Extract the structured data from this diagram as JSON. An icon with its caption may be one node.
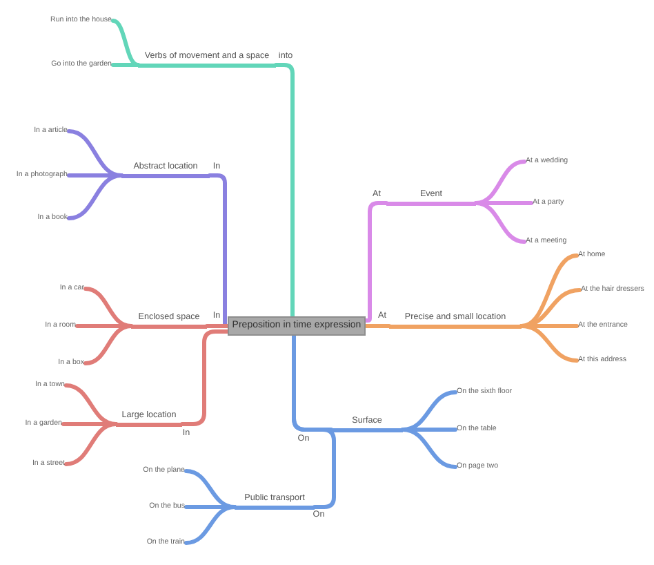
{
  "diagram": {
    "nodes": [
      {
        "text": [
          "Preposition in time expression"
        ]
      },
      {
        "text": [
          "Verbs of movement and a space"
        ]
      },
      {
        "text": [
          "Run into the house"
        ]
      },
      {
        "text": [
          "Go into the garden"
        ]
      },
      {
        "text": [
          "Abstract location"
        ]
      },
      {
        "text": [
          "In a article"
        ]
      },
      {
        "text": [
          "In a photograph"
        ]
      },
      {
        "text": [
          "In a book"
        ]
      },
      {
        "text": [
          "Enclosed space"
        ]
      },
      {
        "text": [
          "In a car"
        ]
      },
      {
        "text": [
          "In a room"
        ]
      },
      {
        "text": [
          "In a box"
        ]
      },
      {
        "text": [
          "Large location"
        ]
      },
      {
        "text": [
          "In a town"
        ]
      },
      {
        "text": [
          "In a garden"
        ]
      },
      {
        "text": [
          "In a street"
        ]
      },
      {
        "text": [
          "Event"
        ]
      },
      {
        "text": [
          "At a wedding"
        ]
      },
      {
        "text": [
          "At a party"
        ]
      },
      {
        "text": [
          "At a meeting"
        ]
      },
      {
        "text": [
          "Precise and small location"
        ]
      },
      {
        "text": [
          "At home"
        ]
      },
      {
        "text": [
          "At the hair dressers"
        ]
      },
      {
        "text": [
          "At the entrance"
        ]
      },
      {
        "text": [
          "At this address"
        ]
      },
      {
        "text": [
          "Surface"
        ]
      },
      {
        "text": [
          "On the sixth floor"
        ]
      },
      {
        "text": [
          "On the table"
        ]
      },
      {
        "text": [
          "On page two"
        ]
      },
      {
        "text": [
          "Public transport"
        ]
      },
      {
        "text": [
          "On the plane"
        ]
      },
      {
        "text": [
          "On the bus"
        ]
      },
      {
        "text": [
          "On the train"
        ]
      }
    ],
    "edges": [
      {
        "from": 0,
        "to": 1,
        "arrow": "none",
        "label": "into",
        "color": "#62d6b9"
      },
      {
        "from": 0,
        "to": 4,
        "arrow": "none",
        "label": "In",
        "color": "#8a80e0"
      },
      {
        "from": 0,
        "to": 8,
        "arrow": "none",
        "label": "In",
        "color": "#e07c78"
      },
      {
        "from": 0,
        "to": 12,
        "arrow": "none",
        "label": "In",
        "color": "#e07c78"
      },
      {
        "from": 0,
        "to": 16,
        "arrow": "none",
        "label": "At",
        "color": "#d98ae8"
      },
      {
        "from": 0,
        "to": 20,
        "arrow": "none",
        "label": "At",
        "color": "#f0a262"
      },
      {
        "from": 0,
        "to": 25,
        "arrow": "none",
        "label": "On",
        "color": "#6b9ae2"
      },
      {
        "from": 0,
        "to": 29,
        "arrow": "none",
        "label": "On",
        "color": "#6b9ae2"
      },
      {
        "from": 1,
        "to": 2,
        "arrow": "none",
        "color": "#62d6b9"
      },
      {
        "from": 1,
        "to": 3,
        "arrow": "none",
        "color": "#62d6b9"
      },
      {
        "from": 4,
        "to": 5,
        "arrow": "none",
        "color": "#8a80e0"
      },
      {
        "from": 4,
        "to": 6,
        "arrow": "none",
        "color": "#8a80e0"
      },
      {
        "from": 4,
        "to": 7,
        "arrow": "none",
        "color": "#8a80e0"
      },
      {
        "from": 8,
        "to": 9,
        "arrow": "none",
        "color": "#e07c78"
      },
      {
        "from": 8,
        "to": 10,
        "arrow": "none",
        "color": "#e07c78"
      },
      {
        "from": 8,
        "to": 11,
        "arrow": "none",
        "color": "#e07c78"
      },
      {
        "from": 12,
        "to": 13,
        "arrow": "none",
        "color": "#e07c78"
      },
      {
        "from": 12,
        "to": 14,
        "arrow": "none",
        "color": "#e07c78"
      },
      {
        "from": 12,
        "to": 15,
        "arrow": "none",
        "color": "#e07c78"
      },
      {
        "from": 16,
        "to": 17,
        "arrow": "none",
        "color": "#d98ae8"
      },
      {
        "from": 16,
        "to": 18,
        "arrow": "none",
        "color": "#d98ae8"
      },
      {
        "from": 16,
        "to": 19,
        "arrow": "none",
        "color": "#d98ae8"
      },
      {
        "from": 20,
        "to": 21,
        "arrow": "none",
        "color": "#f0a262"
      },
      {
        "from": 20,
        "to": 22,
        "arrow": "none",
        "color": "#f0a262"
      },
      {
        "from": 20,
        "to": 23,
        "arrow": "none",
        "color": "#f0a262"
      },
      {
        "from": 20,
        "to": 24,
        "arrow": "none",
        "color": "#f0a262"
      },
      {
        "from": 25,
        "to": 26,
        "arrow": "none",
        "color": "#6b9ae2"
      },
      {
        "from": 25,
        "to": 27,
        "arrow": "none",
        "color": "#6b9ae2"
      },
      {
        "from": 25,
        "to": 28,
        "arrow": "none",
        "color": "#6b9ae2"
      },
      {
        "from": 29,
        "to": 30,
        "arrow": "none",
        "color": "#6b9ae2"
      },
      {
        "from": 29,
        "to": 31,
        "arrow": "none",
        "color": "#6b9ae2"
      },
      {
        "from": 29,
        "to": 32,
        "arrow": "none",
        "color": "#6b9ae2"
      }
    ]
  }
}
